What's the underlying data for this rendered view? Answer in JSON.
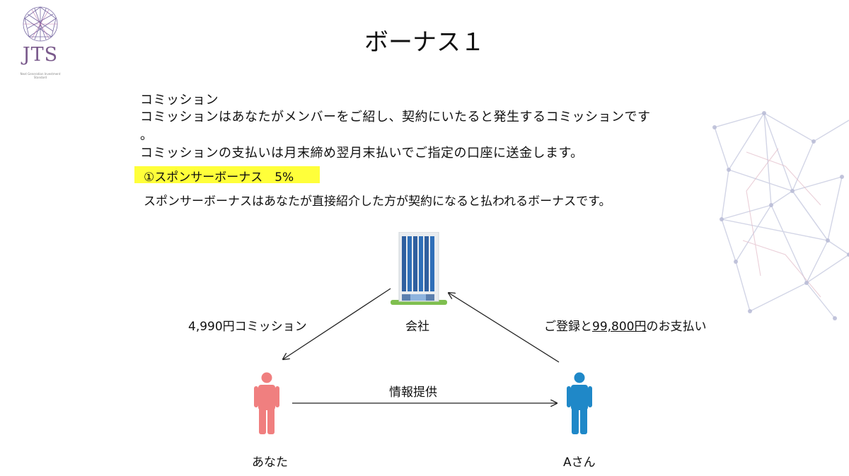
{
  "logo": {
    "text": "JTS",
    "tagline": "Next Generation Investment Standard"
  },
  "title": "ボーナス１",
  "commission": {
    "heading": "コミッション",
    "line1": "コミッションはあなたがメンバーをご紹し、契約にいたると発生するコミッションです",
    "line1_cont": "。",
    "line2": "コミッションの支払いは月末締め翌月末払いでご指定の口座に送金します。"
  },
  "bonus": {
    "heading": "①スポンサーボーナス　5%",
    "description": "スポンサーボーナスはあなたが直接紹介した方が契約になると払われるボーナスです。",
    "highlight_color": "#ffff3a"
  },
  "diagram": {
    "company_label": "会社",
    "left_label": "4,990円コミッション",
    "right_label_pre": "ご登録と",
    "right_label_amount": "99,800円",
    "right_label_post": "のお支払い",
    "middle_label": "情報提供",
    "you_label": "あなた",
    "person_a_label": "Aさん",
    "colors": {
      "you": "#f07f7f",
      "person_a": "#1f88c8",
      "building": "#2f5f9f"
    }
  }
}
